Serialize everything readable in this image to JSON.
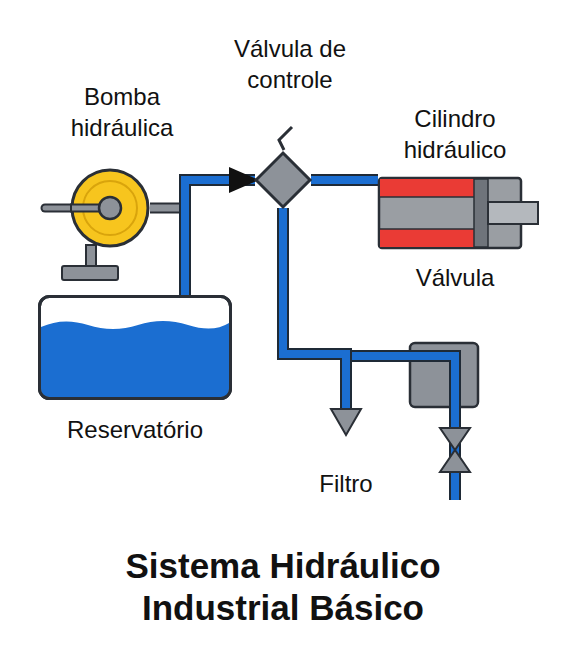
{
  "diagram": {
    "title": "Sistema Hidráulico Industrial Básico",
    "nodes": [
      {
        "text": [
          "Bomba hidráulica"
        ]
      },
      {
        "text": [
          "Válvula de controle"
        ]
      },
      {
        "text": [
          "Cilindro hidráulico"
        ]
      },
      {
        "text": [
          "Reservatório"
        ]
      },
      {
        "text": [
          "Filtro"
        ]
      }
    ],
    "edges": [
      {
        "from": 3,
        "to": 1,
        "arrow": "to"
      },
      {
        "from": 1,
        "to": 2,
        "arrow": "none"
      },
      {
        "from": 1,
        "to": 4,
        "arrow": "none"
      }
    ],
    "labels": [
      "Válvula"
    ]
  }
}
